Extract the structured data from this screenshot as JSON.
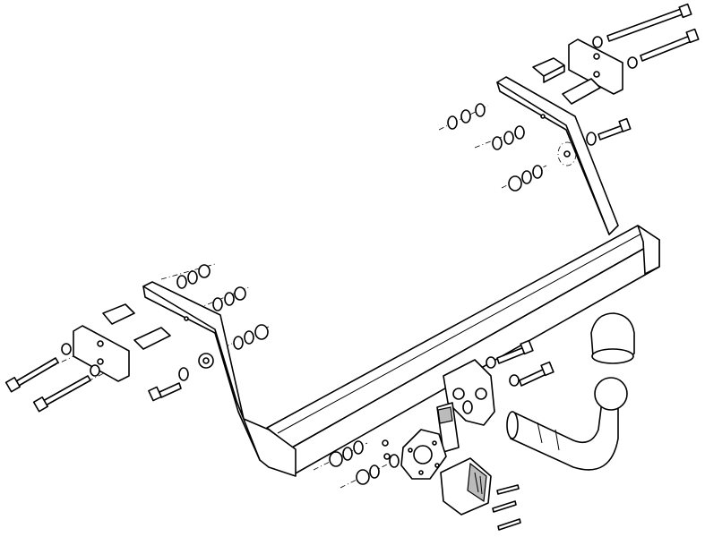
{
  "diagram": {
    "type": "exploded-assembly-drawing",
    "colors": {
      "line": "#000000",
      "background": "#ffffff",
      "shade": "#bbbbbb"
    },
    "parts": [
      "crossbar",
      "left-bracket",
      "right-bracket",
      "left-spacer-plate",
      "right-spacer-plate",
      "tow-ball-neck",
      "tow-ball-cover",
      "electrical-socket",
      "socket-plate",
      "bolts",
      "nuts",
      "washers"
    ]
  }
}
